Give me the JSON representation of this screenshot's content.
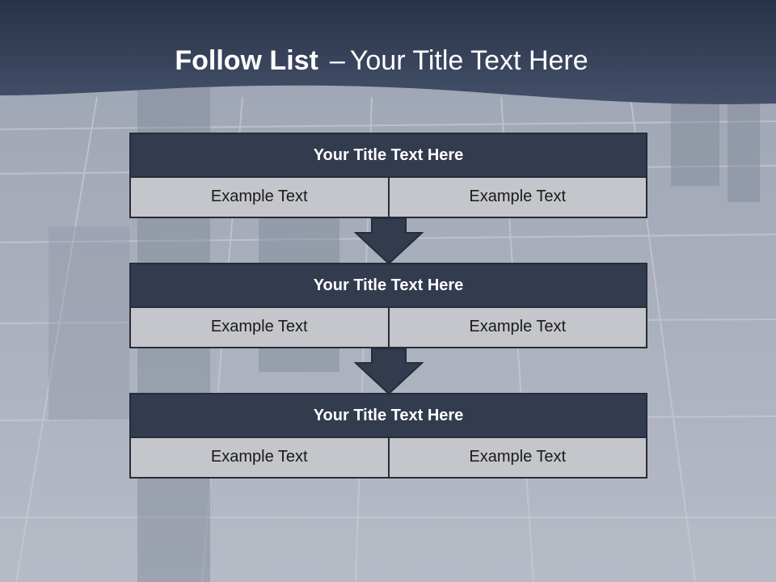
{
  "slide": {
    "title_bold": "Follow List",
    "title_separator": "–",
    "title_rest": "Your Title Text Here"
  },
  "blocks": [
    {
      "title": "Your Title Text Here",
      "left_text": "Example Text",
      "right_text": "Example Text"
    },
    {
      "title": "Your Title Text Here",
      "left_text": "Example Text",
      "right_text": "Example Text"
    },
    {
      "title": "Your Title Text Here",
      "left_text": "Example Text",
      "right_text": "Example Text"
    }
  ],
  "colors": {
    "header": "#2f3a50",
    "block_title_bg": "#333b4e",
    "block_row_bg": "#c4c6cb",
    "arrow": "#333b4e"
  }
}
